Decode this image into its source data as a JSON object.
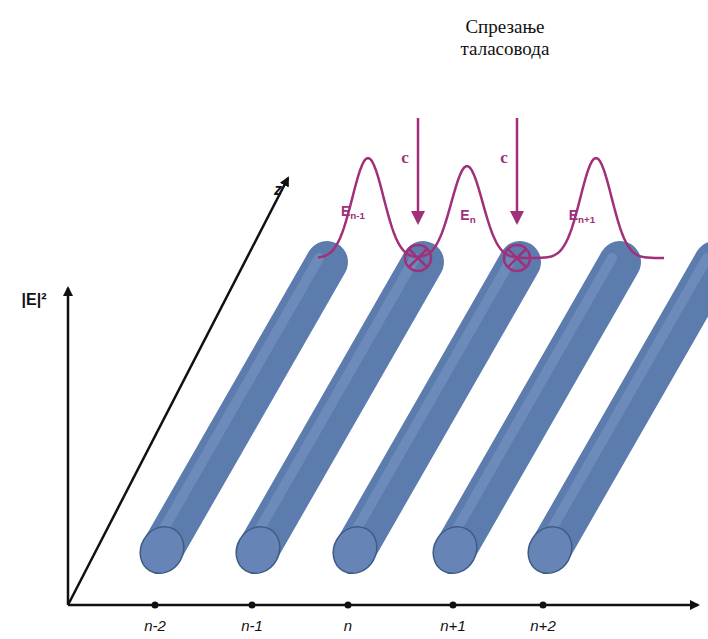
{
  "diagram": {
    "labels": [
      "Спрезање таласовода",
      "c",
      "c",
      "En-1",
      "En",
      "En+1",
      "z",
      "|E|²",
      "n-2",
      "n-1",
      "n",
      "n+1",
      "n+2"
    ]
  }
}
